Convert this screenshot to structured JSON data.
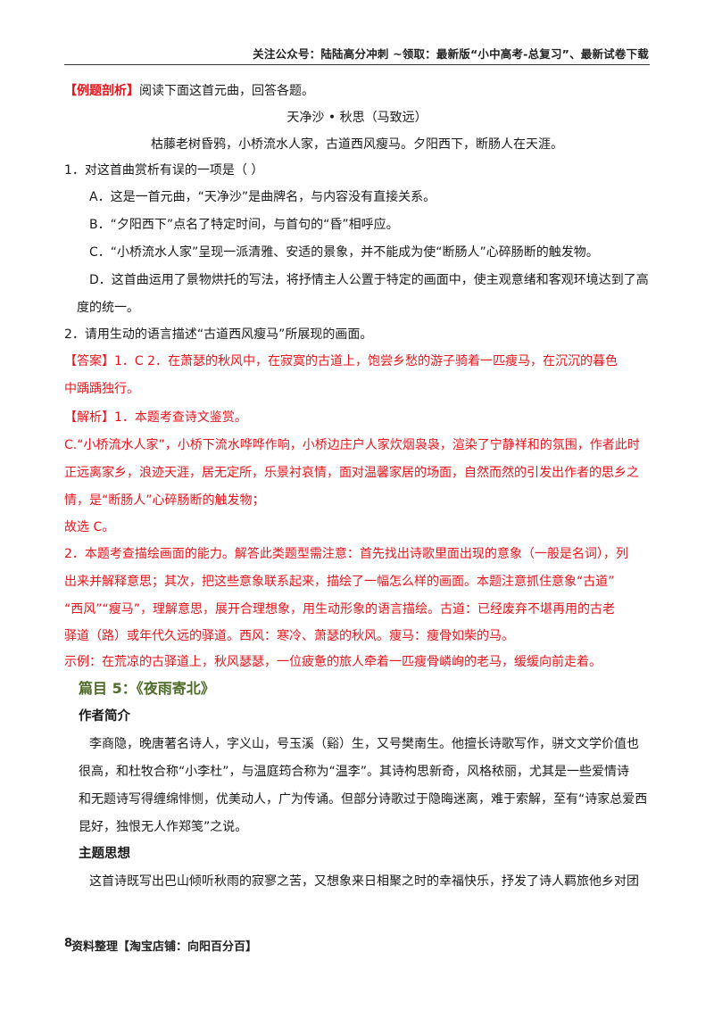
{
  "header": {
    "text": "关注公众号：陆陆高分冲刺 ~领取：最新版“小中高考-总复习”、最新试卷下载"
  },
  "example": {
    "tag": "【例题剖析】",
    "intro": "阅读下面这首元曲，回答各题。",
    "poem_title": "天净沙 • 秋思（马致远）",
    "poem_body": "枯藤老树昏鸦，小桥流水人家，古道西风瘦马。夕阳西下，断肠人在天涯。",
    "q1": "1．对这首曲赏析有误的一项是（    ）",
    "q1_a": "A．这是一首元曲，“天净沙”是曲牌名，与内容没有直接关系。",
    "q1_b": "B．“夕阳西下”点名了特定时间，与首句的“昏”相呼应。",
    "q1_c": "C．“小桥流水人家”呈现一派清雅、安适的景象，并不能成为使“断肠人”心碎肠断的触发物。",
    "q1_d1": "D．这首曲运用了景物烘托的写法，将抒情主人公置于特定的画面中，使主观意绪和客观环境达到了高",
    "q1_d2": "度的统一。",
    "q2": "2．请用生动的语言描述“古道西风瘦马”所展现的画面。"
  },
  "answer": {
    "line1": "【答案】1．C      2．在萧瑟的秋风中，在寂寞的古道上，饱尝乡愁的游子骑着一匹瘦马，在沉沉的暮色",
    "line2": "中踽踽独行。"
  },
  "analysis": {
    "line1": "【解析】1．本题考查诗文鉴赏。",
    "line2": "C.“小桥流水人家”，小桥下流水哗哗作响，小桥边庄户人家炊烟袅袅，渲染了宁静祥和的氛围，作者此时",
    "line3": "正远离家乡，浪迹天涯，居无定所，乐景衬哀情，面对温馨家居的场面，自然而然的引发出作者的思乡之",
    "line4": "情，是“断肠人”心碎肠断的触发物；",
    "line5": "故选 C。",
    "line6": "2．本题考查描绘画面的能力。解答此类题型需注意：首先找出诗歌里面出现的意象（一般是名词），列",
    "line7": "出来并解释意思；其次，把这些意象联系起来，描绘了一幅怎么样的画面。本题注意抓住意象“古道”",
    "line8": "“西风”“瘦马”，理解意思，展开合理想象，用生动形象的语言描绘。古道：已经废弃不堪再用的古老",
    "line9": "驿道（路）或年代久远的驿道。西风：寒冷、萧瑟的秋风。瘦马：瘦骨如柴的马。",
    "line10": "示例：在荒凉的古驿道上，秋风瑟瑟，一位疲惫的旅人牵着一匹瘦骨嶙峋的老马，缓缓向前走着。"
  },
  "section": {
    "heading": "篇目 5：《夜雨寄北》",
    "author_title": "作者简介",
    "author_l1": "李商隐，晚唐著名诗人，字义山，号玉溪（谿）生，又号樊南生。他擅长诗歌写作，骈文文学价值也",
    "author_l2": "很高，和杜牧合称“小李杜”，与温庭筠合称为“温李”。其诗构思新奇，风格秾丽，尤其是一些爱情诗",
    "author_l3": "和无题诗写得缠绵悱恻，优美动人，广为传诵。但部分诗歌过于隐晦迷离，难于索解，至有“诗家总爱西",
    "author_l4": "昆好，独恨无人作郑笺”之说。",
    "theme_title": "主题思想",
    "theme_l1": "这首诗既写出巴山倾听秋雨的寂寥之苦，又想象来日相聚之时的幸福快乐，抒发了诗人羁旅他乡对团"
  },
  "footer": {
    "page_number": "8",
    "text": "资料整理【淘宝店铺：向阳百分百】"
  }
}
